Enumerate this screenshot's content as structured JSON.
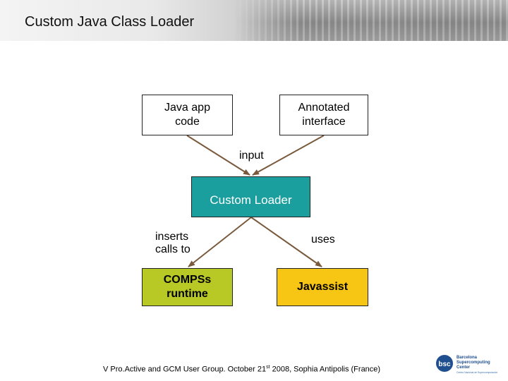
{
  "header": {
    "title": "Custom Java Class Loader"
  },
  "diagram": {
    "nodes": {
      "java_app": "Java app\ncode",
      "annotated": "Annotated\ninterface",
      "custom_loader": "Custom Loader",
      "compss": "COMPSs\nruntime",
      "javassist": "Javassist"
    },
    "edge_labels": {
      "input": "input",
      "inserts": "inserts\ncalls to",
      "uses": "uses"
    },
    "colors": {
      "arrow": "#7a5a3c",
      "custom_loader": "#1a9e9e",
      "compss": "#b8c926",
      "javassist": "#f7c514"
    }
  },
  "footer": {
    "text_before": "V Pro.Active and GCM User Group. October 21",
    "superscript": "st",
    "text_after": " 2008, Sophia Antipolis (France)"
  },
  "logo": {
    "mark": "bsc",
    "lines": [
      "Barcelona",
      "Supercomputing",
      "Center"
    ],
    "tagline": "Centro Nacional de Supercomputación"
  }
}
